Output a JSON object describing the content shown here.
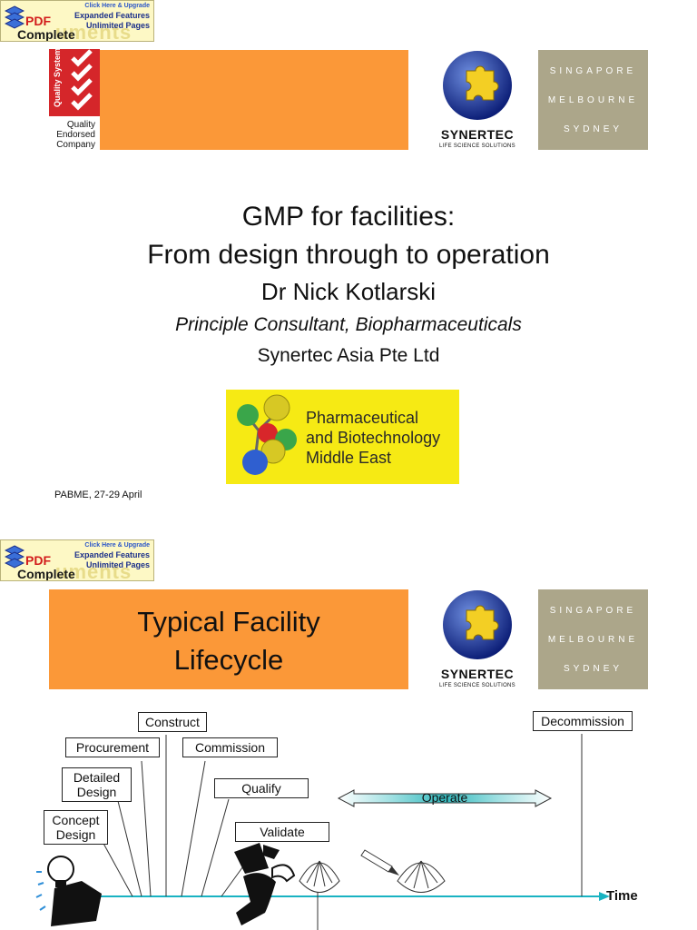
{
  "badge": {
    "pdf": "PDF",
    "complete": "Complete",
    "ghost": "uments",
    "line1": "Click Here & Upgrade",
    "line2": "Expanded Features",
    "line3": "Unlimited Pages"
  },
  "cities": [
    "SINGAPORE",
    "MELBOURNE",
    "SYDNEY"
  ],
  "synertec": {
    "name": "SYNERTEC",
    "tagline": "LIFE SCIENCE SOLUTIONS"
  },
  "quality": {
    "badge_text": "Quality System",
    "line1": "Quality",
    "line2": "Endorsed",
    "line3": "Company"
  },
  "slide1": {
    "title_line1": "GMP for facilities:",
    "title_line2": "From design through to operation",
    "author": "Dr Nick Kotlarski",
    "role": "Principle Consultant, Biopharmaceuticals",
    "company": "Synertec Asia Pte Ltd",
    "event_logo_line1": "Pharmaceutical",
    "event_logo_line2": "and Biotechnology",
    "event_logo_line3": "Middle East",
    "footer": "PABME, 27-29 April"
  },
  "slide2": {
    "title_line1": "Typical Facility",
    "title_line2": "Lifecycle",
    "labels": {
      "construct": "Construct",
      "procurement": "Procurement",
      "commission": "Commission",
      "detailed_design_1": "Detailed",
      "detailed_design_2": "Design",
      "qualify": "Qualify",
      "concept_design_1": "Concept",
      "concept_design_2": "Design",
      "validate": "Validate",
      "decommission": "Decommission",
      "operate": "Operate",
      "time": "Time"
    }
  },
  "colors": {
    "orange": "#fb9838",
    "beige": "#aca68a",
    "quality_red": "#d21b1b",
    "event_yellow": "#f6ea14",
    "timeline": "#19b3c2"
  }
}
